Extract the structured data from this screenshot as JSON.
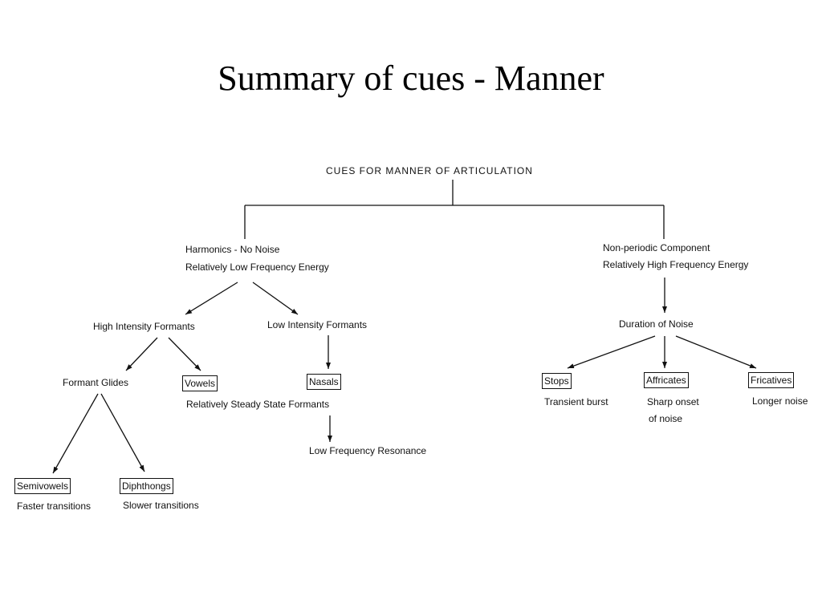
{
  "slide": {
    "title": "Summary of cues - Manner"
  },
  "diagram": {
    "root": "CUES FOR MANNER OF ARTICULATION",
    "harmonics": {
      "line1": "Harmonics - No Noise",
      "line2": "Relatively Low Frequency Energy"
    },
    "nonperiodic": {
      "line1": "Non-periodic Component",
      "line2": "Relatively High Frequency Energy"
    },
    "high_intensity": "High Intensity Formants",
    "low_intensity": "Low Intensity Formants",
    "duration": "Duration of Noise",
    "formant_glides": "Formant Glides",
    "vowels": "Vowels",
    "vowels_note": "Relatively Steady State Formants",
    "nasals": "Nasals",
    "nasals_note": "Low Frequency Resonance",
    "stops": "Stops",
    "stops_note": "Transient burst",
    "affricates": "Affricates",
    "affricates_note": {
      "line1": "Sharp onset",
      "line2": "of noise"
    },
    "fricatives": "Fricatives",
    "fricatives_note": "Longer noise",
    "semivowels": "Semivowels",
    "semivowels_note": "Faster transitions",
    "diphthongs": "Diphthongs",
    "diphthongs_note": "Slower transitions"
  }
}
